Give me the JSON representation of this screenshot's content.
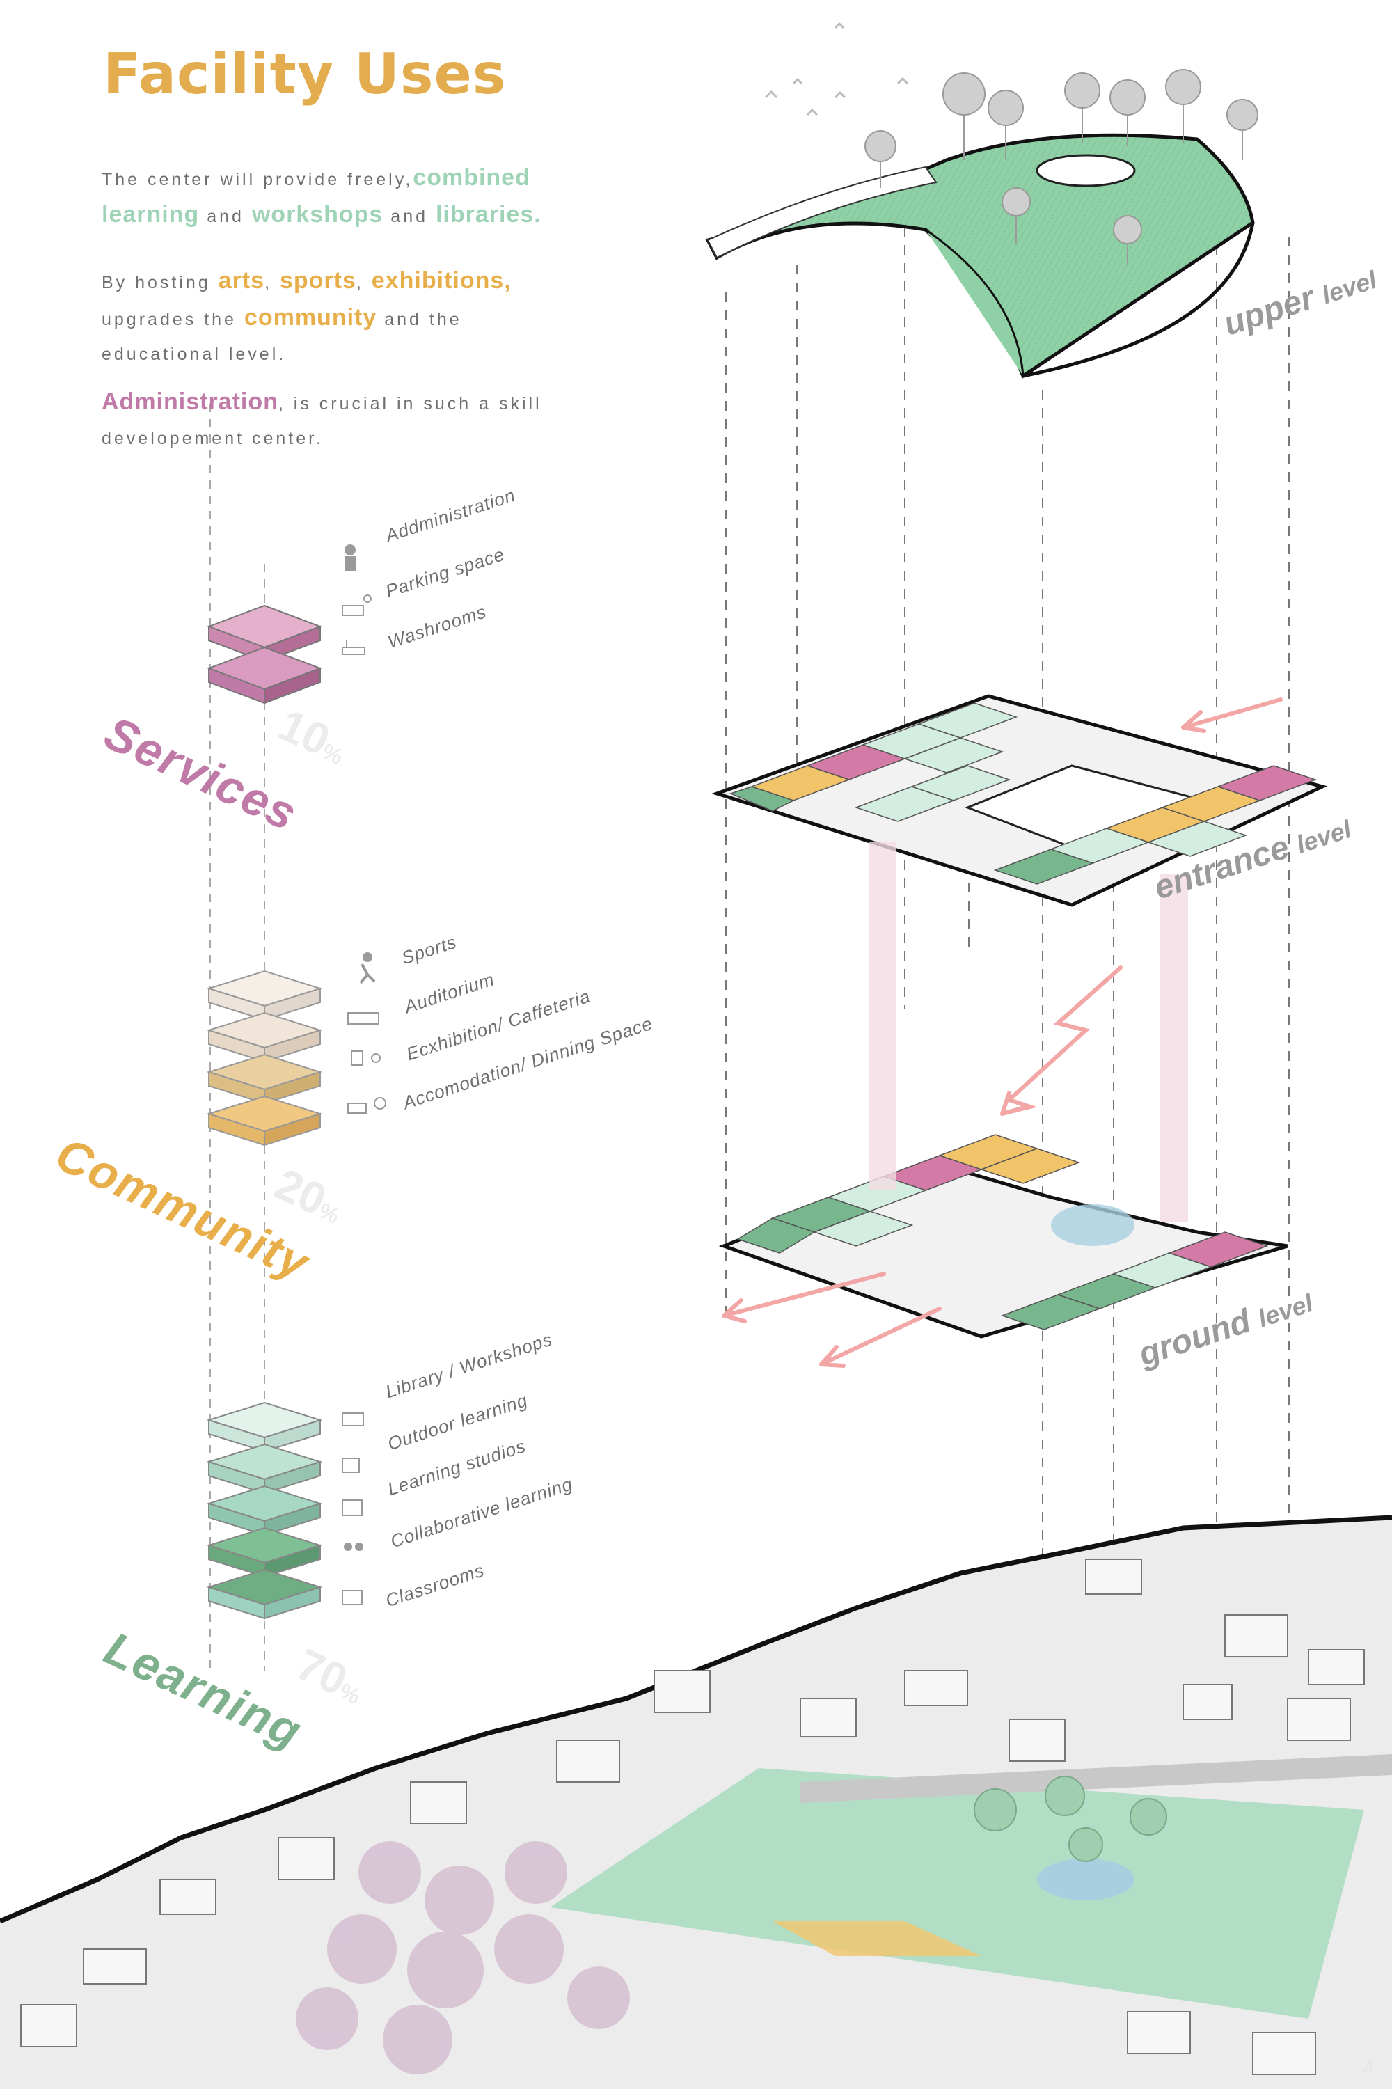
{
  "title": "Facility Uses",
  "intro": {
    "p1_a": "The center will provide freely,",
    "p1_b": "combined",
    "p1_c": "learning",
    "p1_d": " and ",
    "p1_e": "workshops",
    "p1_f": " and ",
    "p1_g": "libraries.",
    "p2_a": "By hosting ",
    "p2_b": "arts",
    "p2_c": ", ",
    "p2_d": "sports",
    "p2_e": ", ",
    "p2_f": "exhibitions,",
    "p2_g": " upgrades the ",
    "p2_h": "community",
    "p2_i": " and the educational level.",
    "p3_a": "Administration",
    "p3_b": ", is crucial in such a skill developement center."
  },
  "categories": {
    "services": {
      "label": "Services",
      "percent": "10",
      "unit": "%",
      "color": "#c07aa7",
      "items": [
        "Addministration",
        "Parking space",
        "Washrooms"
      ]
    },
    "community": {
      "label": "Community",
      "percent": "20",
      "unit": "%",
      "color": "#e8ae4a",
      "items": [
        "Sports",
        "Auditorium",
        "Ecxhibition/ Caffeteria",
        "Accomodation/ Dinning Space"
      ]
    },
    "learning": {
      "label": "Learning",
      "percent": "70",
      "unit": "%",
      "color": "#7eb08e",
      "items": [
        "Library / Workshops",
        "Outdoor learning",
        "Learning studios",
        "Collaborative learning",
        "Classrooms"
      ]
    }
  },
  "levels": {
    "upper": {
      "word": "upper",
      "suffix": "level"
    },
    "entrance": {
      "word": "entrance",
      "suffix": "level"
    },
    "ground": {
      "word": "ground",
      "suffix": "level"
    }
  },
  "colors": {
    "green_roof": "#8fd0a6",
    "learning_light": "#d3ede0",
    "learning_dark": "#78b68e",
    "community": "#f2c46a",
    "services": "#d47aa6",
    "site_ground": "#ececec",
    "site_green": "#a9dcc0"
  },
  "page_number": "4"
}
